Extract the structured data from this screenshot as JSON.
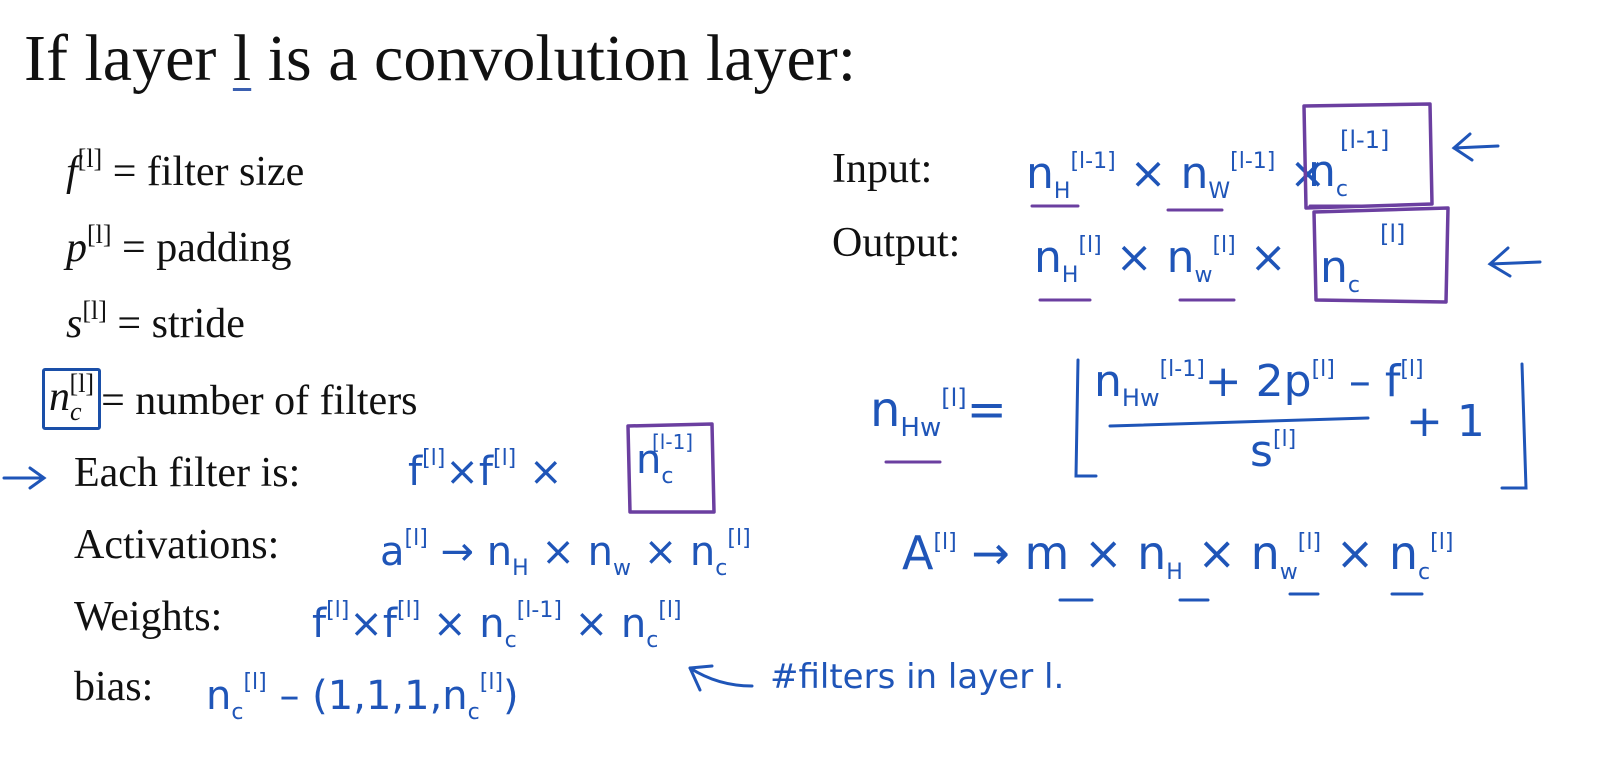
{
  "title": {
    "prefix": "If layer ",
    "var": "l",
    "suffix": " is a convolution layer:"
  },
  "definitions": [
    {
      "symbol": "f",
      "sup": "[l]",
      "text": "= filter size"
    },
    {
      "symbol": "p",
      "sup": "[l]",
      "text": "= padding"
    },
    {
      "symbol": "s",
      "sup": "[l]",
      "text": "= stride"
    },
    {
      "symbol": "n",
      "sub": "c",
      "sup": "[l]",
      "text": "= number of filters"
    }
  ],
  "labels": {
    "each_filter": "Each filter is:",
    "activations": "Activations:",
    "weights": "Weights:",
    "bias": "bias:",
    "input": "Input:",
    "output": "Output:"
  },
  "handwriting": {
    "each_filter": {
      "f1": "f",
      "s1": "[l]",
      "x1": "×f",
      "s2": "[l]",
      "x2": "×",
      "n": "n",
      "sub": "c",
      "s3": "[l-1]"
    },
    "activations": {
      "a": "a",
      "s1": "[l]",
      "arrow": "→ n",
      "b1": "H",
      "x1": "× n",
      "b2": "w",
      "x2": "× n",
      "b3": "c",
      "s2": "[l]"
    },
    "weights": {
      "f1": "f",
      "s1": "[l]",
      "x1": "×f",
      "s2": "[l]",
      "x2": "× n",
      "b1": "c",
      "s3": "[l-1]",
      "x3": "× n",
      "b2": "c",
      "s4": "[l]"
    },
    "bias": {
      "n": "n",
      "b1": "c",
      "s1": "[l]",
      "dash": "– (1,1,1,n",
      "b2": "c",
      "s2": "[l]",
      "close": ")"
    },
    "filters_note": "#filters in layer l.",
    "input": {
      "n1": "n",
      "b1": "H",
      "s1": "[l-1]",
      "x1": "× n",
      "b2": "W",
      "s2": "[l-1]",
      "x2": "×",
      "n3": "n",
      "b3": "c",
      "s3": "[l-1]"
    },
    "output": {
      "n1": "n",
      "b1": "H",
      "s1": "[l]",
      "x1": "× n",
      "b2": "w",
      "s2": "[l]",
      "x2": "×",
      "n3": "n",
      "b3": "c",
      "s3": "[l]"
    },
    "formula": {
      "lhs": "n",
      "lhs_sub": "Hw",
      "lhs_sup": "[l]",
      "eq": "=",
      "num": "n",
      "num_sub": "Hw",
      "num_sup": "[l-1]",
      "num_rest": "+ 2p",
      "p_sup": "[l]",
      "minus_f": "– f",
      "f_sup": "[l]",
      "den": "s",
      "den_sup": "[l]",
      "plus": "+ 1"
    },
    "big_a": {
      "A": "A",
      "s1": "[l]",
      "arrow": "→ m × n",
      "b1": "H",
      "x1": "× n",
      "b2": "w",
      "s2": "[l]",
      "x2": "× n",
      "b3": "c",
      "s3": "[l]"
    }
  }
}
